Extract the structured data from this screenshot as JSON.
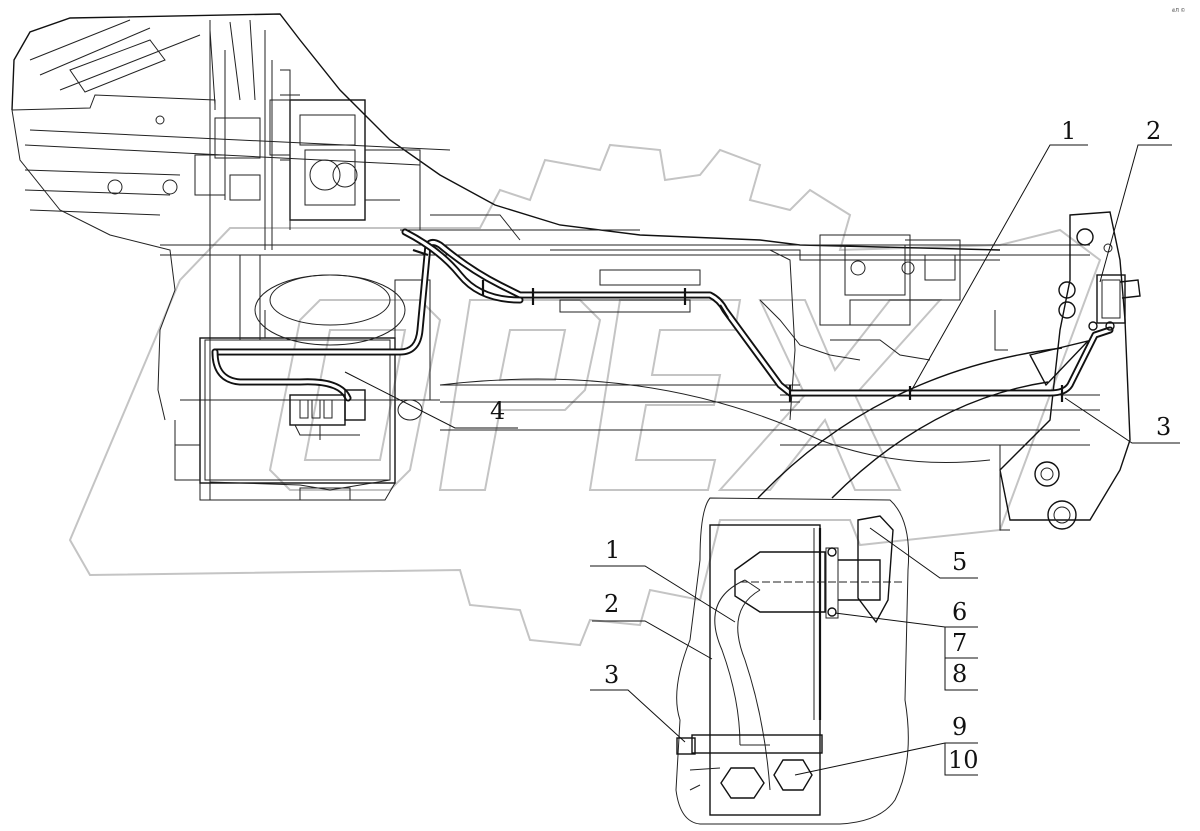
{
  "corner_text": "ёЛ  ©",
  "main_view": {
    "callouts": [
      {
        "id": "c1",
        "label": "1"
      },
      {
        "id": "c2",
        "label": "2"
      },
      {
        "id": "c3",
        "label": "3"
      },
      {
        "id": "c4",
        "label": "4"
      }
    ]
  },
  "detail_view": {
    "callouts": [
      {
        "id": "d1",
        "label": "1"
      },
      {
        "id": "d2",
        "label": "2"
      },
      {
        "id": "d3",
        "label": "3"
      },
      {
        "id": "d5",
        "label": "5"
      },
      {
        "id": "d6",
        "label": "6"
      },
      {
        "id": "d7",
        "label": "7"
      },
      {
        "id": "d8",
        "label": "8"
      },
      {
        "id": "d9",
        "label": "9"
      },
      {
        "id": "d10",
        "label": "10"
      }
    ]
  },
  "watermark": {
    "text": "OPEX",
    "color": "#c4c4c4"
  }
}
